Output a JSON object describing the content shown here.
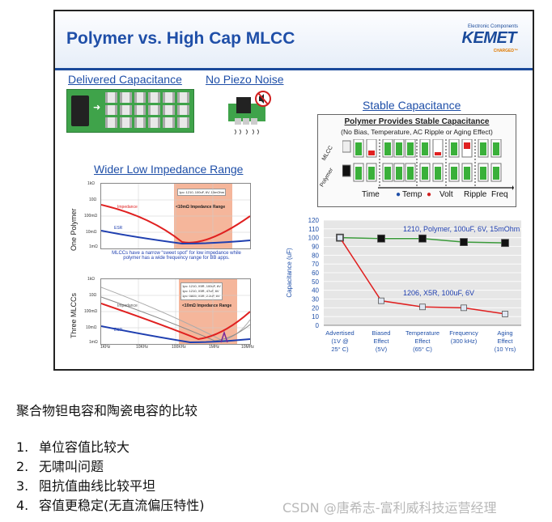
{
  "slide": {
    "title": "Polymer vs. High Cap MLCC",
    "logo": {
      "top": "Electronic Components",
      "name": "KEMET",
      "tag": "CHARGED™"
    },
    "sections": {
      "delivered": "Delivered Capacitance",
      "piezo": "No Piezo Noise",
      "stable": "Stable Capacitance",
      "impedance": "Wider Low Impedance Range"
    },
    "stable_panel": {
      "title": "Polymer Provides Stable Capacitance",
      "subtitle": "(No Bias, Temperature, AC Ripple or Aging Effect)",
      "row_mlcc": "MLCC",
      "row_polymer": "Polymer",
      "conditions": [
        "Time",
        "Temp",
        "Volt",
        "Ripple",
        "Freq"
      ]
    },
    "impedance": {
      "upper_ylabel": "One Polymer",
      "lower_ylabel": "Three MLCCs",
      "band_label": "<10mΩ Impedance Range",
      "note": "MLCCs have a narrow “sweet spot” for low impedance while polymer has a  wide frequency range for BB apps.",
      "upper_legend": "1pc: 1210, 100uF, 6V, 15mOhm",
      "lower_legend": [
        "1pc: 1210, X5R, 100uF, 6V",
        "1pc: 1210, X5R, 47uF, 6V",
        "1pc: 0805, X5R, 2.2uF, 6V"
      ],
      "y_ticks": [
        "1kΩ",
        "10Ω",
        "100mΩ",
        "10mΩ",
        "1mΩ"
      ],
      "x_ticks": [
        "1KHz",
        "10KHz",
        "100KHz",
        "1MHz",
        "10MHz"
      ],
      "curve_labels": [
        "Impedance",
        "ESR"
      ]
    },
    "captions": {
      "bias_label": "(5V)",
      "aging_label": "(10 Yrs)"
    }
  },
  "chart_data": {
    "type": "line",
    "title": "",
    "xlabel": "",
    "ylabel": "Capacitance (uF)",
    "ylim": [
      0,
      120
    ],
    "y_ticks": [
      0,
      10,
      20,
      30,
      40,
      50,
      60,
      70,
      80,
      90,
      100,
      110,
      120
    ],
    "categories": [
      "Advertised (1V @ 25° C)",
      "Biased Effect (5V)",
      "Temperature Effect (65° C)",
      "Frequency (300 kHz)",
      "Aging Effect (10 Yrs)"
    ],
    "category_lines": [
      [
        "Advertised",
        "(1V @",
        "25° C)"
      ],
      [
        "Biased",
        "Effect",
        "(5V)"
      ],
      [
        "Temperature",
        "Effect",
        "(65° C)"
      ],
      [
        "Frequency",
        "(300 kHz)"
      ],
      [
        "Aging",
        "Effect",
        "(10 Yrs)"
      ]
    ],
    "series": [
      {
        "name": "1210, Polymer, 100uF, 6V, 15mOhm",
        "values": [
          100,
          99,
          99,
          95,
          94
        ],
        "color": "#3a9a3a"
      },
      {
        "name": "1206, X5R, 100uF, 6V",
        "values": [
          100,
          28,
          21,
          20,
          13
        ],
        "color": "#e02020"
      }
    ],
    "grid": true
  },
  "caption": "聚合物钽电容和陶瓷电容的比较",
  "list": [
    {
      "num": "1.",
      "text": "单位容值比较大"
    },
    {
      "num": "2.",
      "text": "无啸叫问题"
    },
    {
      "num": "3.",
      "text": "阻抗值曲线比较平坦"
    },
    {
      "num": "4.",
      "text": "容值更稳定(无直流偏压特性)"
    }
  ],
  "watermark": "CSDN @唐希志-富利威科技运营经理"
}
